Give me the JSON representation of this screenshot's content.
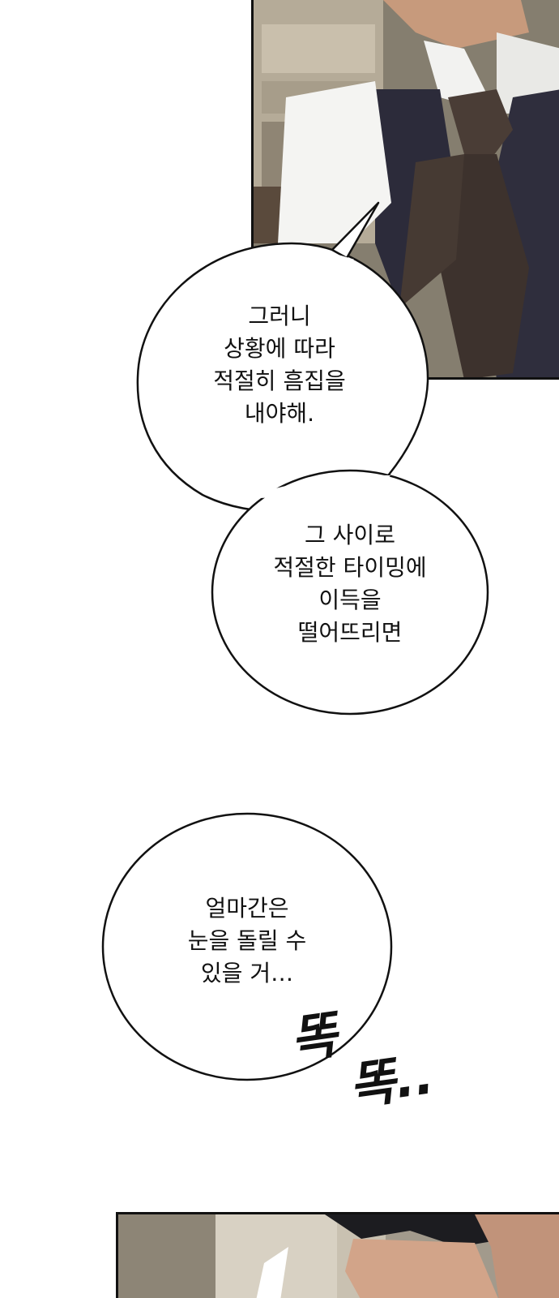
{
  "bubbles": {
    "bubble1": "그러니\n상황에 따라\n적절히 흠집을\n내야해.",
    "bubble2": "그 사이로\n적절한 타이밍에\n이득을\n떨어뜨리면",
    "bubble3": "얼마간은\n눈을 돌릴 수\n있을 거…"
  },
  "sfx": {
    "first": "똑",
    "second": "똑..",
    "color": "#111111"
  },
  "colors": {
    "background": "#ffffff",
    "panel_border": "#111111",
    "bubble_fill": "#ffffff",
    "bubble_stroke": "#111111"
  }
}
